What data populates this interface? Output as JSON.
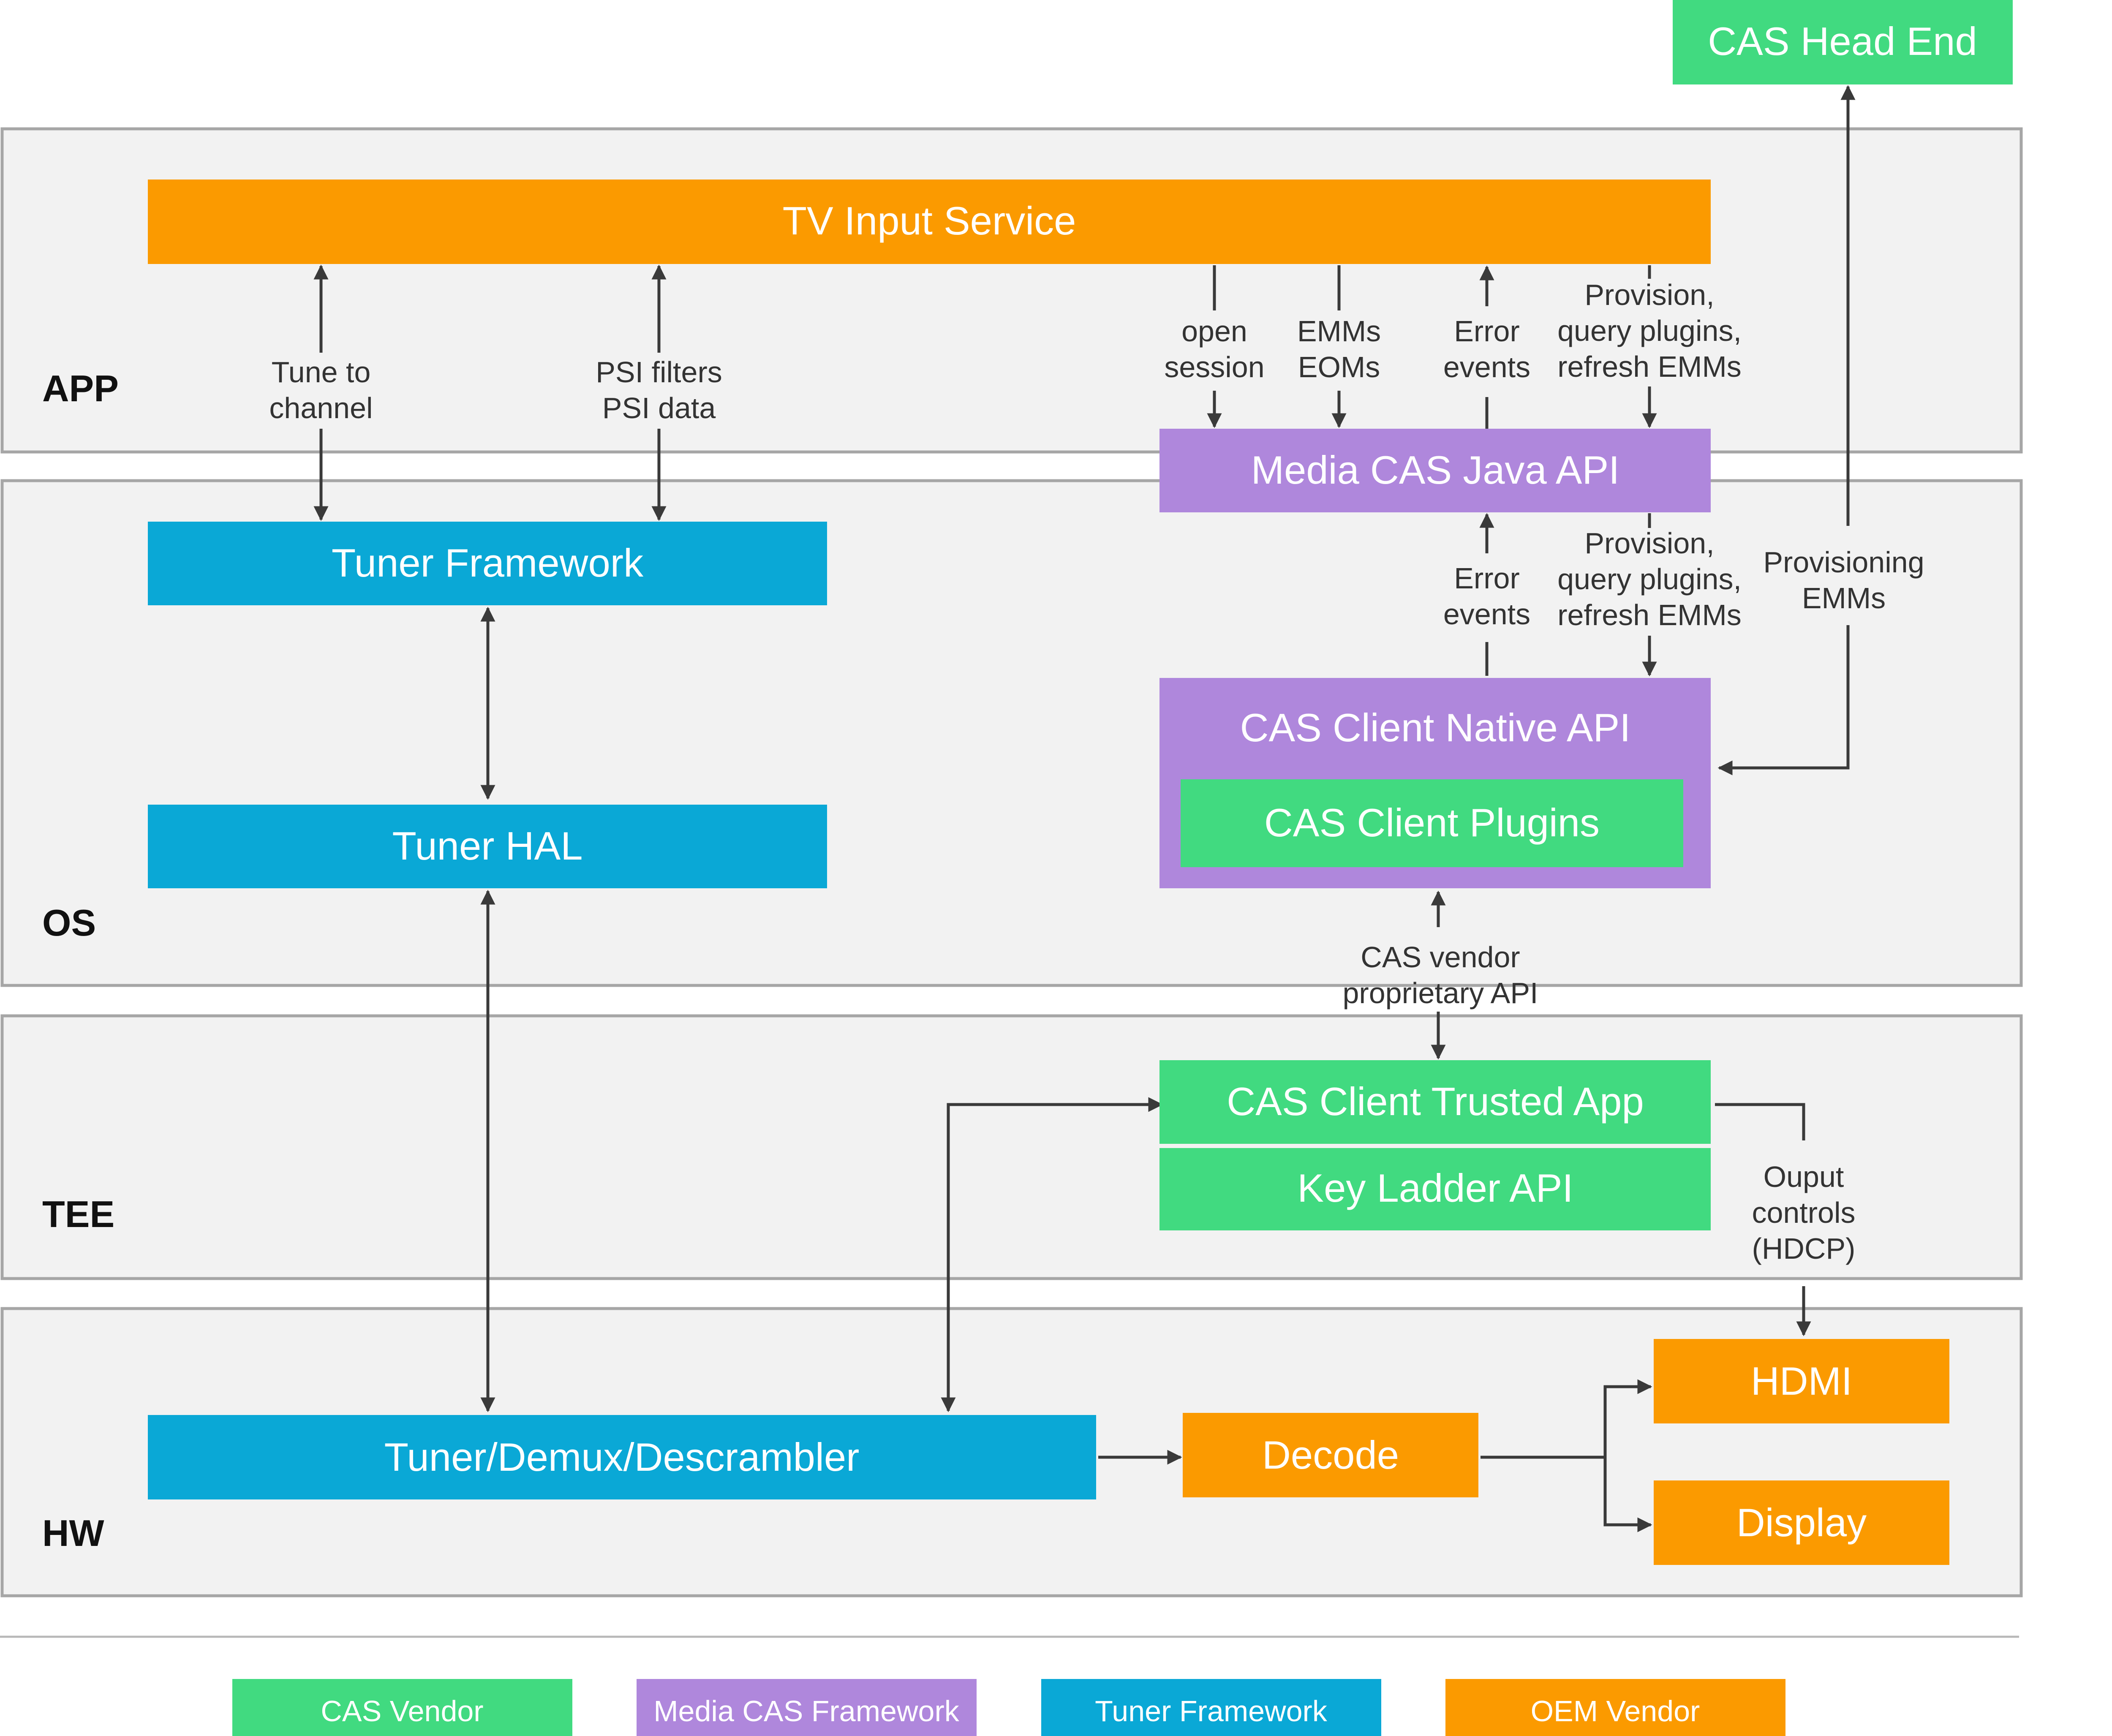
{
  "colors": {
    "cas_vendor": "#41DA80",
    "media_cas": "#AF87DC",
    "tuner": "#0AA8D6",
    "oem": "#FB9A00",
    "layer_bg": "#F2F2F2",
    "layer_border": "#A6A6A6",
    "line": "#3A3A3A"
  },
  "layers": {
    "app": "APP",
    "os": "OS",
    "tee": "TEE",
    "hw": "HW"
  },
  "boxes": {
    "cas_head_end": "CAS Head End",
    "tv_input_service": "TV Input Service",
    "media_cas_java_api": "Media CAS Java API",
    "tuner_framework": "Tuner Framework",
    "tuner_hal": "Tuner HAL",
    "cas_client_native_api": "CAS Client Native API",
    "cas_client_plugins": "CAS Client Plugins",
    "cas_client_trusted_app": "CAS Client Trusted App",
    "key_ladder_api": "Key Ladder API",
    "tuner_demux_descrambler": "Tuner/Demux/Descrambler",
    "decode": "Decode",
    "hdmi": "HDMI",
    "display": "Display"
  },
  "edge_labels": {
    "tune_to_channel": [
      "Tune to",
      "channel"
    ],
    "psi": [
      "PSI filters",
      "PSI data"
    ],
    "open_session": [
      "open",
      "session"
    ],
    "emms_eoms": [
      "EMMs",
      "EOMs"
    ],
    "error_events_app": [
      "Error",
      "events"
    ],
    "provision_app": [
      "Provision,",
      "query plugins,",
      "refresh EMMs"
    ],
    "error_events_os": [
      "Error",
      "events"
    ],
    "provision_os": [
      "Provision,",
      "query plugins,",
      "refresh EMMs"
    ],
    "provisioning_emms": [
      "Provisioning",
      "EMMs"
    ],
    "cas_vendor_api": [
      "CAS vendor",
      "proprietary API"
    ],
    "output_controls": [
      "Ouput",
      "controls",
      "(HDCP)"
    ]
  },
  "legend": {
    "cas_vendor": "CAS Vendor",
    "media_cas_framework": "Media CAS Framework",
    "tuner_framework": "Tuner Framework",
    "oem_vendor": "OEM Vendor"
  }
}
